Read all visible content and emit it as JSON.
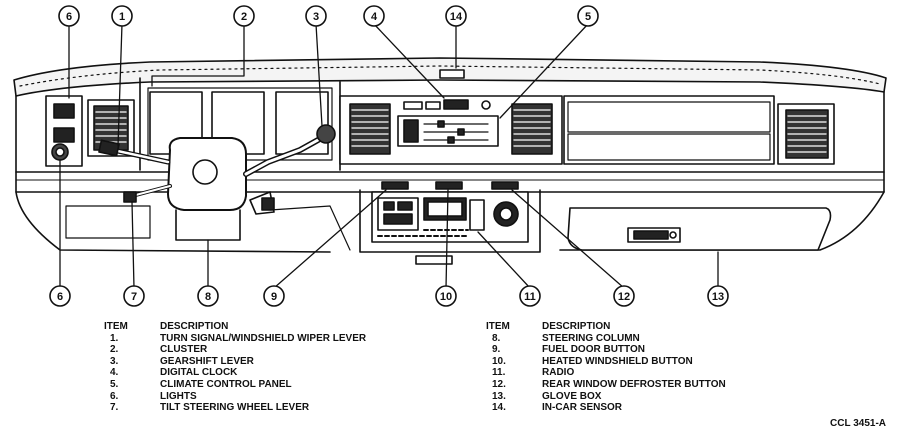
{
  "callouts": [
    "1",
    "2",
    "3",
    "4",
    "5",
    "6",
    "7",
    "8",
    "9",
    "10",
    "11",
    "12",
    "13",
    "14"
  ],
  "legend": {
    "header_item": "ITEM",
    "header_desc": "DESCRIPTION",
    "left": [
      {
        "num": "1.",
        "desc": "TURN SIGNAL/WINDSHIELD WIPER LEVER"
      },
      {
        "num": "2.",
        "desc": "CLUSTER"
      },
      {
        "num": "3.",
        "desc": "GEARSHIFT LEVER"
      },
      {
        "num": "4.",
        "desc": "DIGITAL CLOCK"
      },
      {
        "num": "5.",
        "desc": "CLIMATE CONTROL PANEL"
      },
      {
        "num": "6.",
        "desc": "LIGHTS"
      },
      {
        "num": "7.",
        "desc": "TILT STEERING WHEEL LEVER"
      }
    ],
    "right": [
      {
        "num": "8.",
        "desc": "STEERING COLUMN"
      },
      {
        "num": "9.",
        "desc": "FUEL DOOR BUTTON"
      },
      {
        "num": "10.",
        "desc": "HEATED WINDSHIELD BUTTON"
      },
      {
        "num": "11.",
        "desc": "RADIO"
      },
      {
        "num": "12.",
        "desc": "REAR WINDOW DEFROSTER BUTTON"
      },
      {
        "num": "13.",
        "desc": "GLOVE BOX"
      },
      {
        "num": "14.",
        "desc": "IN-CAR SENSOR"
      }
    ]
  },
  "reference_code": "CCL 3451-A"
}
